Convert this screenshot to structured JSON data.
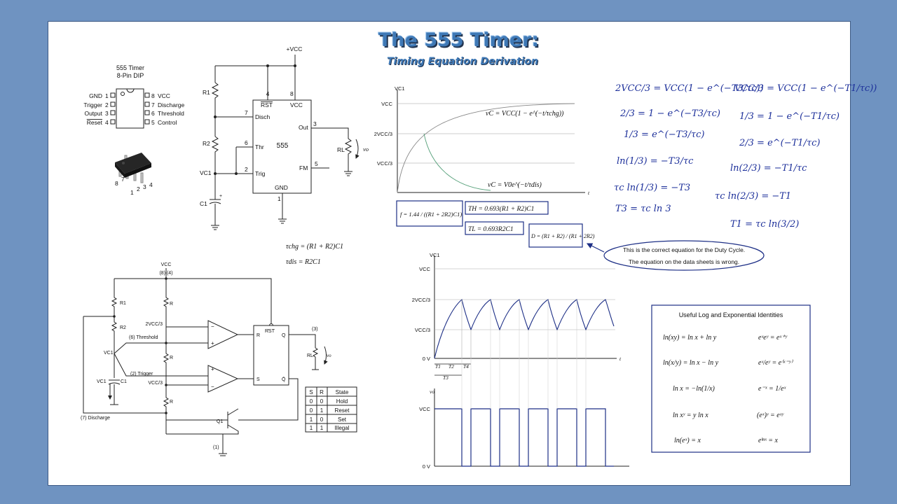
{
  "title": "The 555 Timer:",
  "subtitle": "Timing Equation Derivation",
  "dip": {
    "heading1": "555 Timer",
    "heading2": "8-Pin DIP",
    "left_pins": [
      "GND",
      "Trigger",
      "Output",
      "Reset"
    ],
    "left_nums": [
      "1",
      "2",
      "3",
      "4"
    ],
    "right_pins": [
      "VCC",
      "Discharge",
      "Threshold",
      "Control"
    ],
    "right_nums": [
      "8",
      "7",
      "6",
      "5"
    ],
    "chip_pin_nums": [
      "8",
      "7",
      "1",
      "2",
      "3",
      "4"
    ]
  },
  "schematic": {
    "vcc": "+VCC",
    "ic_label": "555",
    "pin_labels": [
      "RST",
      "VCC",
      "Disch",
      "Thr",
      "Trig",
      "Out",
      "FM",
      "GND"
    ],
    "pin_nums": [
      "4",
      "8",
      "7",
      "6",
      "2",
      "3",
      "5",
      "1"
    ],
    "r1": "R1",
    "r2": "R2",
    "c1": "C1",
    "vc1": "VC1",
    "rl": "RL",
    "vo": "vo"
  },
  "tau": {
    "chg": "τchg = (R1 + R2)C1",
    "dis": "τdis = R2C1"
  },
  "internal": {
    "vcc": "VCC",
    "pins_top": "(8)  (4)",
    "r_labels": [
      "R1",
      "R2",
      "R",
      "R",
      "R"
    ],
    "two_thirds": "2VCC/3",
    "one_third": "VCC/3",
    "threshold": "(6) Threshold",
    "trigger": "(2) Trigger",
    "vc1": "VC1",
    "c1": "C1",
    "discharge": "(7) Discharge",
    "q1": "Q1",
    "ground_pin": "(1)",
    "output_pin": "(3)",
    "rl": "RL",
    "vo": "vo",
    "ff": [
      "R",
      "Q",
      "S",
      "Q̄",
      "RST"
    ],
    "truth_table": {
      "headers": [
        "S",
        "R",
        "State"
      ],
      "rows": [
        [
          "0",
          "0",
          "Hold"
        ],
        [
          "0",
          "1",
          "Reset"
        ],
        [
          "1",
          "0",
          "Set"
        ],
        [
          "1",
          "1",
          "Illegal"
        ]
      ]
    }
  },
  "charge_graph": {
    "y_label": "VC1",
    "levels": [
      "VCC",
      "2VCC/3",
      "VCC/3"
    ],
    "t": "t",
    "eq_charge": "vC = VCC(1 − e^(−t/τchg))",
    "eq_discharge": "vC = V0e^(−t/τdis)"
  },
  "formulas": {
    "f": "f = 1.44 / ((R1 + 2R2)C1)",
    "th": "TH = 0.693(R1 + R2)C1",
    "tl": "TL = 0.693R2C1",
    "d": "D = (R1 + R2) / (R1 + 2R2)"
  },
  "callout": {
    "line1": "This is the correct equation for the Duty Cycle.",
    "line2": "The equation on the data sheets is wrong."
  },
  "waveform": {
    "y_label": "VC1",
    "levels": [
      "VCC",
      "2VCC/3",
      "VCC/3",
      "0 V"
    ],
    "t": "t",
    "intervals": [
      "T1",
      "T2",
      "T4",
      "T3"
    ],
    "out_label": "vo",
    "out_levels": [
      "VCC",
      "0 V"
    ]
  },
  "handwriting": {
    "left": [
      "2VCC/3 = VCC(1 − e^(−T3/τc))",
      "2/3 = 1 − e^(−T3/τc)",
      "1/3 = e^(−T3/τc)",
      "ln(1/3) = −T3/τc",
      "τc ln(1/3) = −T3",
      "T3 = τc ln 3"
    ],
    "right": [
      "VCC/3 = VCC(1 − e^(−T1/τc))",
      "1/3 = 1 − e^(−T1/τc)",
      "2/3 = e^(−T1/τc)",
      "ln(2/3) = −T1/τc",
      "τc ln(2/3) = −T1",
      "T1 = τc ln(3/2)"
    ]
  },
  "identities": {
    "heading": "Useful Log and Exponential Identities",
    "rows": [
      [
        "ln(xy) = ln x + ln y",
        "eˣeʸ = eˣ⁺ʸ"
      ],
      [
        "ln(x/y) = ln x − ln y",
        "eˣ/eʸ = e⁽ˣ⁻ʸ⁾"
      ],
      [
        "ln x = −ln(1/x)",
        "e⁻ˣ = 1/eˣ"
      ],
      [
        "ln xʸ = y ln x",
        "(eˣ)ʸ = eˣʸ"
      ],
      [
        "ln(eˣ) = x",
        "eˡⁿˣ = x"
      ]
    ]
  },
  "colors": {
    "frame": "#6f93c1",
    "title": "#3f79b6",
    "curve": "#1d2f86",
    "discharge": "#56a07a",
    "ink": "#1c2f9a"
  }
}
